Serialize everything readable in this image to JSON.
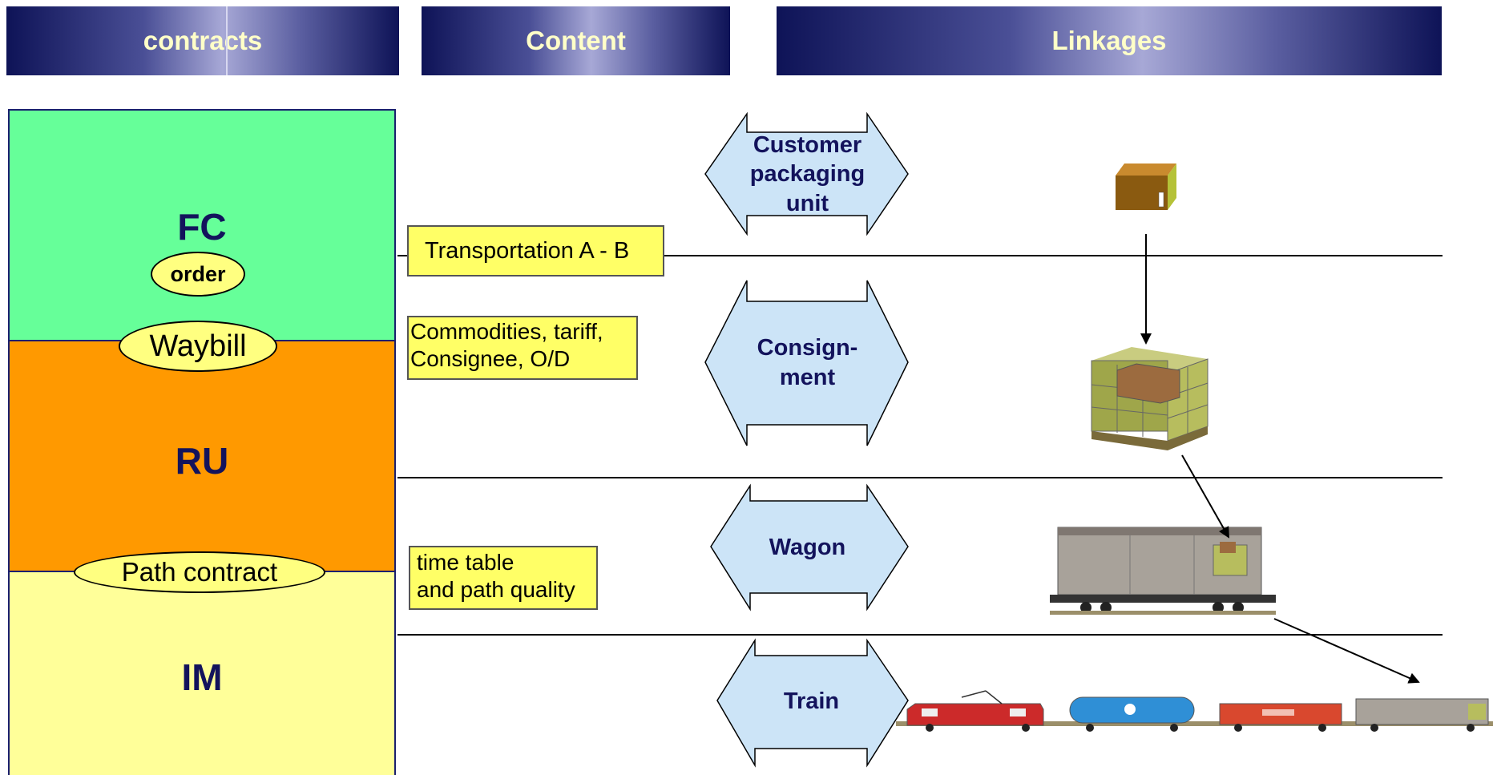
{
  "headers": {
    "contracts": "contracts",
    "content": "Content",
    "linkages": "Linkages"
  },
  "bands": {
    "fc": "FC",
    "ru": "RU",
    "im": "IM"
  },
  "ovals": {
    "order": "order",
    "waybill": "Waybill",
    "path_contract": "Path contract"
  },
  "content_boxes": {
    "transport": "Transportation A - B",
    "commodities_l1": "Commodities, tariff,",
    "commodities_l2": "Consignee, O/D",
    "timetable_l1": "time table",
    "timetable_l2": "and path quality"
  },
  "linkages": {
    "customer": [
      "Customer",
      "packaging",
      "unit"
    ],
    "consignment": [
      "Consign-",
      "ment"
    ],
    "wagon": "Wagon",
    "train": "Train"
  },
  "colors": {
    "fc": "#66ff99",
    "ru": "#ff9900",
    "im": "#ffff99",
    "arrow_fill": "#cce4f7",
    "note_fill": "#ffff66",
    "header_dark": "#0e1357",
    "header_text": "#ffffc8",
    "label_text": "#13135c"
  },
  "icons": [
    "box-icon",
    "pallet-icon",
    "wagon-icon",
    "train-icon"
  ]
}
